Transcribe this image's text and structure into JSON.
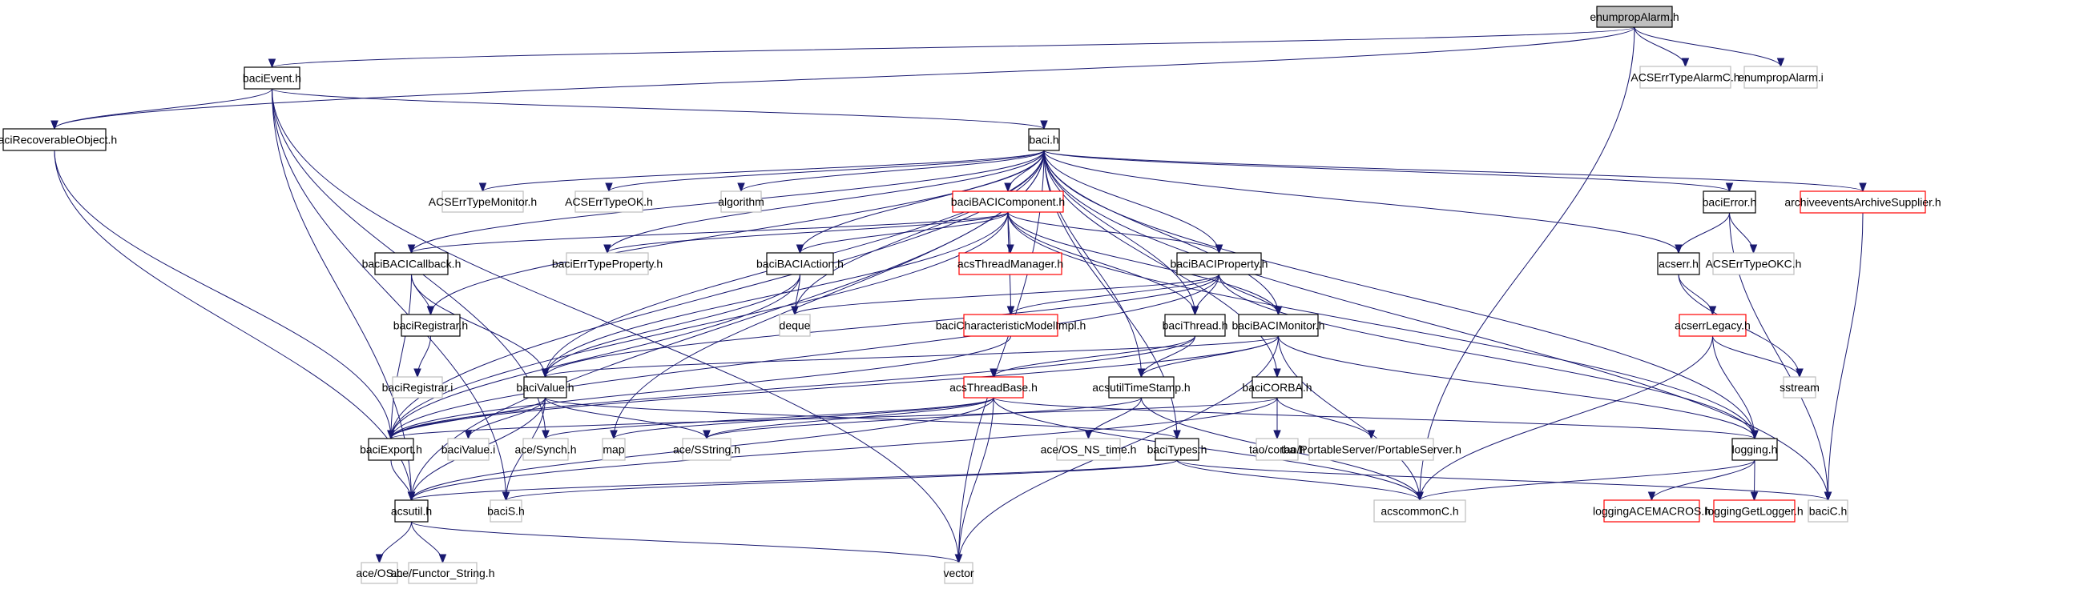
{
  "title": "Include dependency graph for enumpropAlarm.h",
  "colors": {
    "edge": "#191970",
    "root_fill": "#bfbfbf",
    "documented_border": "#000000",
    "truncated_border": "#ff0000",
    "undocumented_border": "#bfbfbf"
  },
  "nodes": [
    {
      "id": "enumpropAlarm_h",
      "label": "enumpropAlarm.h",
      "kind": "root"
    },
    {
      "id": "ACSErrTypeAlarmC_h",
      "label": "ACSErrTypeAlarmC.h",
      "kind": "external"
    },
    {
      "id": "enumpropAlarm_i",
      "label": "enumpropAlarm.i",
      "kind": "external"
    },
    {
      "id": "baciEvent_h",
      "label": "baciEvent.h",
      "kind": "documented"
    },
    {
      "id": "baciRecoverableObject_h",
      "label": "baciRecoverableObject.h",
      "kind": "documented"
    },
    {
      "id": "baci_h",
      "label": "baci.h",
      "kind": "documented"
    },
    {
      "id": "ACSErrTypeMonitor_h",
      "label": "ACSErrTypeMonitor.h",
      "kind": "external"
    },
    {
      "id": "ACSErrTypeOK_h",
      "label": "ACSErrTypeOK.h",
      "kind": "external"
    },
    {
      "id": "algorithm",
      "label": "algorithm",
      "kind": "external"
    },
    {
      "id": "baciBACIComponent_h",
      "label": "baciBACIComponent.h",
      "kind": "truncated"
    },
    {
      "id": "baciError_h",
      "label": "baciError.h",
      "kind": "documented"
    },
    {
      "id": "archiveeventsArchiveSupplier_h",
      "label": "archiveeventsArchiveSupplier.h",
      "kind": "truncated"
    },
    {
      "id": "baciBACICallback_h",
      "label": "baciBACICallback.h",
      "kind": "documented"
    },
    {
      "id": "baciErrTypeProperty_h",
      "label": "baciErrTypeProperty.h",
      "kind": "external"
    },
    {
      "id": "baciBACIAction_h",
      "label": "baciBACIAction.h",
      "kind": "documented"
    },
    {
      "id": "acsThreadManager_h",
      "label": "acsThreadManager.h",
      "kind": "truncated"
    },
    {
      "id": "baciBACIProperty_h",
      "label": "baciBACIProperty.h",
      "kind": "documented"
    },
    {
      "id": "acserr_h",
      "label": "acserr.h",
      "kind": "documented"
    },
    {
      "id": "ACSErrTypeOKC_h",
      "label": "ACSErrTypeOKC.h",
      "kind": "external"
    },
    {
      "id": "baciRegistrar_h",
      "label": "baciRegistrar.h",
      "kind": "documented"
    },
    {
      "id": "deque",
      "label": "deque",
      "kind": "external"
    },
    {
      "id": "baciCharacteristicModelImpl_h",
      "label": "baciCharacteristicModelImpl.h",
      "kind": "truncated"
    },
    {
      "id": "baciThread_h",
      "label": "baciThread.h",
      "kind": "documented"
    },
    {
      "id": "baciBACIMonitor_h",
      "label": "baciBACIMonitor.h",
      "kind": "documented"
    },
    {
      "id": "acserrLegacy_h",
      "label": "acserrLegacy.h",
      "kind": "truncated"
    },
    {
      "id": "baciRegistrar_i",
      "label": "baciRegistrar.i",
      "kind": "external"
    },
    {
      "id": "baciValue_h",
      "label": "baciValue.h",
      "kind": "documented"
    },
    {
      "id": "acsThreadBase_h",
      "label": "acsThreadBase.h",
      "kind": "truncated"
    },
    {
      "id": "acsutilTimeStamp_h",
      "label": "acsutilTimeStamp.h",
      "kind": "documented"
    },
    {
      "id": "baciCORBA_h",
      "label": "baciCORBA.h",
      "kind": "documented"
    },
    {
      "id": "sstream",
      "label": "sstream",
      "kind": "external"
    },
    {
      "id": "baciExport_h",
      "label": "baciExport.h",
      "kind": "documented"
    },
    {
      "id": "baciValue_i",
      "label": "baciValue.i",
      "kind": "external"
    },
    {
      "id": "ace_Synch_h",
      "label": "ace/Synch.h",
      "kind": "external"
    },
    {
      "id": "map",
      "label": "map",
      "kind": "external"
    },
    {
      "id": "ace_SString_h",
      "label": "ace/SString.h",
      "kind": "external"
    },
    {
      "id": "ace_OS_NS_time_h",
      "label": "ace/OS_NS_time.h",
      "kind": "external"
    },
    {
      "id": "baciTypes_h",
      "label": "baciTypes.h",
      "kind": "documented"
    },
    {
      "id": "tao_corba_h",
      "label": "tao/corba.h",
      "kind": "external"
    },
    {
      "id": "tao_PortableServer_h",
      "label": "tao/PortableServer/PortableServer.h",
      "kind": "external"
    },
    {
      "id": "logging_h",
      "label": "logging.h",
      "kind": "documented"
    },
    {
      "id": "acsutil_h",
      "label": "acsutil.h",
      "kind": "documented"
    },
    {
      "id": "baciS_h",
      "label": "baciS.h",
      "kind": "external"
    },
    {
      "id": "acscommonC_h",
      "label": "acscommonC.h",
      "kind": "external"
    },
    {
      "id": "loggingACEMACROS_h",
      "label": "loggingACEMACROS.h",
      "kind": "truncated"
    },
    {
      "id": "loggingGetLogger_h",
      "label": "loggingGetLogger.h",
      "kind": "truncated"
    },
    {
      "id": "baciC_h",
      "label": "baciC.h",
      "kind": "external"
    },
    {
      "id": "ace_OS_h",
      "label": "ace/OS.h",
      "kind": "external"
    },
    {
      "id": "ace_Functor_String_h",
      "label": "ace/Functor_String.h",
      "kind": "external"
    },
    {
      "id": "vector",
      "label": "vector",
      "kind": "external"
    }
  ],
  "edges": [
    [
      "enumpropAlarm_h",
      "baciEvent_h"
    ],
    [
      "enumpropAlarm_h",
      "baciRecoverableObject_h"
    ],
    [
      "enumpropAlarm_h",
      "ACSErrTypeAlarmC_h"
    ],
    [
      "enumpropAlarm_h",
      "enumpropAlarm_i"
    ],
    [
      "enumpropAlarm_h",
      "acscommonC_h"
    ],
    [
      "baciEvent_h",
      "baciRecoverableObject_h"
    ],
    [
      "baciEvent_h",
      "baci_h"
    ],
    [
      "baciEvent_h",
      "acsutil_h"
    ],
    [
      "baciEvent_h",
      "baciS_h"
    ],
    [
      "baciEvent_h",
      "ace_Synch_h"
    ],
    [
      "baciEvent_h",
      "vector"
    ],
    [
      "baciRecoverableObject_h",
      "baciExport_h"
    ],
    [
      "baciRecoverableObject_h",
      "acsutil_h"
    ],
    [
      "baci_h",
      "ACSErrTypeMonitor_h"
    ],
    [
      "baci_h",
      "ACSErrTypeOK_h"
    ],
    [
      "baci_h",
      "algorithm"
    ],
    [
      "baci_h",
      "baciBACIComponent_h"
    ],
    [
      "baci_h",
      "baciError_h"
    ],
    [
      "baci_h",
      "archiveeventsArchiveSupplier_h"
    ],
    [
      "baci_h",
      "baciBACICallback_h"
    ],
    [
      "baci_h",
      "baciErrTypeProperty_h"
    ],
    [
      "baci_h",
      "baciBACIAction_h"
    ],
    [
      "baci_h",
      "baciBACIProperty_h"
    ],
    [
      "baci_h",
      "acserr_h"
    ],
    [
      "baci_h",
      "baciRegistrar_h"
    ],
    [
      "baci_h",
      "deque"
    ],
    [
      "baci_h",
      "baciThread_h"
    ],
    [
      "baci_h",
      "baciBACIMonitor_h"
    ],
    [
      "baci_h",
      "baciValue_h"
    ],
    [
      "baci_h",
      "acsutilTimeStamp_h"
    ],
    [
      "baci_h",
      "baciCORBA_h"
    ],
    [
      "baci_h",
      "baciExport_h"
    ],
    [
      "baci_h",
      "map"
    ],
    [
      "baci_h",
      "baciTypes_h"
    ],
    [
      "baci_h",
      "logging_h"
    ],
    [
      "baci_h",
      "acsutil_h"
    ],
    [
      "baci_h",
      "baciC_h"
    ],
    [
      "baci_h",
      "vector"
    ],
    [
      "baciBACIComponent_h",
      "acsThreadManager_h"
    ],
    [
      "baciBACIComponent_h",
      "baciBACICallback_h"
    ],
    [
      "baciBACIComponent_h",
      "baciErrTypeProperty_h"
    ],
    [
      "baciBACIComponent_h",
      "baciBACIAction_h"
    ],
    [
      "baciBACIComponent_h",
      "baciBACIProperty_h"
    ],
    [
      "baciBACIComponent_h",
      "baciCharacteristicModelImpl_h"
    ],
    [
      "baciBACIComponent_h",
      "baciThread_h"
    ],
    [
      "baciBACIComponent_h",
      "baciBACIMonitor_h"
    ],
    [
      "baciBACIComponent_h",
      "baciValue_h"
    ],
    [
      "baciBACIComponent_h",
      "baciExport_h"
    ],
    [
      "baciBACIComponent_h",
      "logging_h"
    ],
    [
      "baciError_h",
      "acserr_h"
    ],
    [
      "baciError_h",
      "ACSErrTypeOKC_h"
    ],
    [
      "baciError_h",
      "baciC_h"
    ],
    [
      "archiveeventsArchiveSupplier_h",
      "baciC_h"
    ],
    [
      "baciBACICallback_h",
      "baciRegistrar_h"
    ],
    [
      "baciBACICallback_h",
      "baciValue_h"
    ],
    [
      "baciBACICallback_h",
      "baciExport_h"
    ],
    [
      "baciBACIAction_h",
      "deque"
    ],
    [
      "baciBACIAction_h",
      "baciValue_h"
    ],
    [
      "baciBACIAction_h",
      "baciExport_h"
    ],
    [
      "baciBACIProperty_h",
      "deque"
    ],
    [
      "baciBACIProperty_h",
      "baciCharacteristicModelImpl_h"
    ],
    [
      "baciBACIProperty_h",
      "baciThread_h"
    ],
    [
      "baciBACIProperty_h",
      "baciBACIMonitor_h"
    ],
    [
      "baciBACIProperty_h",
      "baciValue_h"
    ],
    [
      "baciBACIProperty_h",
      "baciExport_h"
    ],
    [
      "baciBACIProperty_h",
      "logging_h"
    ],
    [
      "acserr_h",
      "acserrLegacy_h"
    ],
    [
      "acserr_h",
      "sstream"
    ],
    [
      "acserrLegacy_h",
      "sstream"
    ],
    [
      "acserrLegacy_h",
      "logging_h"
    ],
    [
      "acserrLegacy_h",
      "acscommonC_h"
    ],
    [
      "baciRegistrar_h",
      "baciRegistrar_i"
    ],
    [
      "baciCharacteristicModelImpl_h",
      "baciExport_h"
    ],
    [
      "baciThread_h",
      "acsThreadBase_h"
    ],
    [
      "baciThread_h",
      "acsutilTimeStamp_h"
    ],
    [
      "baciThread_h",
      "baciExport_h"
    ],
    [
      "baciBACIMonitor_h",
      "acsutilTimeStamp_h"
    ],
    [
      "baciBACIMonitor_h",
      "baciValue_h"
    ],
    [
      "baciBACIMonitor_h",
      "baciExport_h"
    ],
    [
      "baciBACIMonitor_h",
      "acscommonC_h"
    ],
    [
      "baciBACIMonitor_h",
      "logging_h"
    ],
    [
      "baciBACIMonitor_h",
      "vector"
    ],
    [
      "baciValue_h",
      "baciExport_h"
    ],
    [
      "baciValue_h",
      "baciValue_i"
    ],
    [
      "baciValue_h",
      "ace_SString_h"
    ],
    [
      "baciValue_h",
      "baciTypes_h"
    ],
    [
      "baciValue_h",
      "acsutil_h"
    ],
    [
      "baciValue_h",
      "baciS_h"
    ],
    [
      "acsThreadBase_h",
      "ace_Synch_h"
    ],
    [
      "acsThreadBase_h",
      "map"
    ],
    [
      "acsThreadBase_h",
      "ace_SString_h"
    ],
    [
      "acsThreadBase_h",
      "acsutil_h"
    ],
    [
      "acsThreadBase_h",
      "acscommonC_h"
    ],
    [
      "acsThreadBase_h",
      "logging_h"
    ],
    [
      "acsThreadBase_h",
      "vector"
    ],
    [
      "acsutilTimeStamp_h",
      "ace_SString_h"
    ],
    [
      "acsutilTimeStamp_h",
      "ace_OS_NS_time_h"
    ],
    [
      "acsutilTimeStamp_h",
      "acscommonC_h"
    ],
    [
      "baciCORBA_h",
      "tao_corba_h"
    ],
    [
      "baciCORBA_h",
      "tao_PortableServer_h"
    ],
    [
      "baciCORBA_h",
      "baciExport_h"
    ],
    [
      "baciCORBA_h",
      "acsutil_h"
    ],
    [
      "baciExport_h",
      "acsutil_h"
    ],
    [
      "baciTypes_h",
      "acscommonC_h"
    ],
    [
      "baciTypes_h",
      "baciC_h"
    ],
    [
      "baciTypes_h",
      "acsutil_h"
    ],
    [
      "baciTypes_h",
      "baciS_h"
    ],
    [
      "logging_h",
      "loggingACEMACROS_h"
    ],
    [
      "logging_h",
      "loggingGetLogger_h"
    ],
    [
      "logging_h",
      "acscommonC_h"
    ],
    [
      "acsutil_h",
      "ace_OS_h"
    ],
    [
      "acsutil_h",
      "ace_Functor_String_h"
    ],
    [
      "acsutil_h",
      "vector"
    ]
  ]
}
